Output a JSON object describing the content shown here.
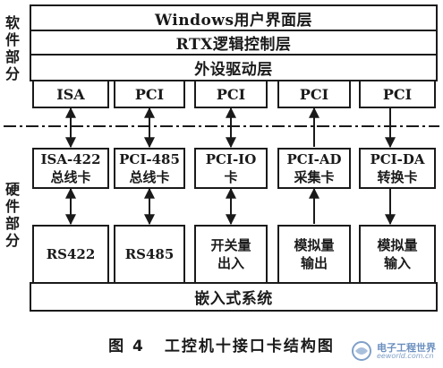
{
  "side_labels": {
    "software": "软\n件\n部\n分",
    "hardware": "硬\n件\n部\n分"
  },
  "layers": [
    {
      "label": "Windows用户界面层"
    },
    {
      "label": "RTX逻辑控制层"
    },
    {
      "label": "外设驱动层"
    }
  ],
  "ports": [
    "ISA",
    "PCI",
    "PCI",
    "PCI",
    "PCI"
  ],
  "cards": [
    "ISA-422\n总线卡",
    "PCI-485\n总线卡",
    "PCI-IO\n卡",
    "PCI-AD\n采集卡",
    "PCI-DA\n转换卡"
  ],
  "io": [
    "RS422",
    "RS485",
    "开关量\n出入",
    "模拟量\n输出",
    "模拟量\n输入"
  ],
  "embedded": "嵌入式系统",
  "caption": {
    "number": "图 4",
    "title": "工控机十接口卡结构图"
  },
  "watermark": {
    "text": "电子工程世界",
    "site": "eeworld.com.cn"
  }
}
